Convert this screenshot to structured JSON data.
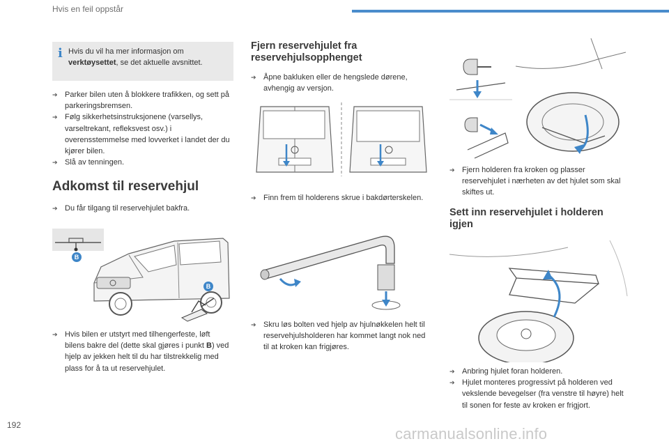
{
  "header": {
    "title": "Hvis en feil oppstår",
    "accent_color": "#4a8ccc"
  },
  "footer": {
    "page_number": "192",
    "watermark": "carmanualsonline.info"
  },
  "info_box": {
    "icon": "info-icon",
    "text_part1": "Hvis du vil ha mer informasjon om ",
    "text_bold": "verktøysettet",
    "text_part2": ", se det aktuelle avsnittet."
  },
  "col1": {
    "bullets1": [
      "Parker bilen uten å blokkere trafikken, og sett på parkeringsbremsen.",
      "Følg sikkerhetsinstruksjonene (varsellys, varseltrekant, refleksvest osv.) i overensstemmelse med lovverket i landet der du kjører bilen.",
      "Slå av tenningen."
    ],
    "heading": "Adkomst til reservehjul",
    "bullet_access": "Du får tilgang til reservehjulet bakfra.",
    "point_label": "B",
    "jack_part1": "Hvis bilen er utstyrt med tilhengerfeste, løft bilens bakre del (dette skal gjøres i punkt ",
    "jack_bold": "B",
    "jack_part2": ") ved hjelp av jekken helt til du har tilstrekkelig med plass for å ta ut reservehjulet."
  },
  "col2": {
    "heading_line1": "Fjern reservehjulet fra",
    "heading_line2": "reservehjulsopphenget",
    "bullet_open": "Åpne bakluken eller de hengslede dørene, avhengig av versjon.",
    "bullet_find": "Finn frem til holderens skrue i bakdørterskelen.",
    "bullet_unscrew": "Skru løs bolten ved hjelp av hjulnøkkelen helt til reservehjulsholderen har kommet langt nok ned til at kroken kan frigjøres."
  },
  "col3": {
    "bullet_remove": "Fjern holderen fra kroken og plasser reservehjulet i nærheten av det hjulet som skal skiftes ut.",
    "heading_line1": "Sett inn reservehjulet i holderen",
    "heading_line2": "igjen",
    "bullets_refit": [
      "Anbring hjulet foran holderen.",
      "Hjulet monteres progressivt på holderen ved vekslende bevegelser (fra venstre til høyre) helt til sonen for feste av kroken er frigjort."
    ]
  },
  "colors": {
    "accent": "#3e86c8",
    "text": "#333333",
    "illustration_line": "#555555"
  }
}
